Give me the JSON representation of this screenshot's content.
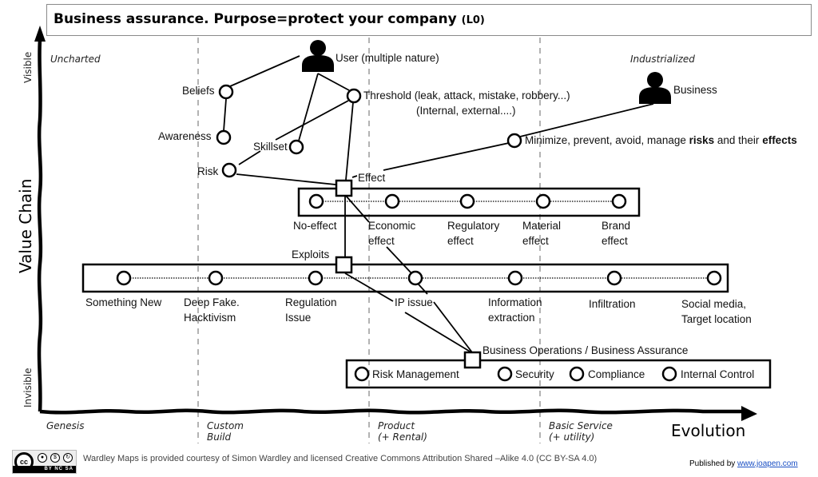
{
  "title": {
    "main": "Business assurance. Purpose=protect your company",
    "level": "(L0)"
  },
  "axes": {
    "y_label": "Value Chain",
    "y_top": "Visible",
    "y_bottom": "Invisible",
    "x_label": "Evolution",
    "stages": [
      {
        "line1": "Genesis",
        "line2": ""
      },
      {
        "line1": "Custom",
        "line2": "Build"
      },
      {
        "line1": "Product",
        "line2": "(+ Rental)"
      },
      {
        "line1": "Basic Service",
        "line2": "(+ utility)"
      }
    ],
    "quadrants": {
      "left": "Uncharted",
      "right": "Industrialized"
    }
  },
  "nodes": {
    "user": "User (multiple nature)",
    "business": "Business",
    "beliefs": "Beliefs",
    "awareness": "Awareness",
    "threshold_line1": "Threshold (leak, attack, mistake, robbery...)",
    "threshold_line2": "(Internal, external....)",
    "skillset": "Skillset",
    "risk": "Risk",
    "minimize_prefix": "Minimize, prevent, avoid, manage ",
    "minimize_bold1": "risks",
    "minimize_mid": " and their ",
    "minimize_bold2": "effects",
    "effect": "Effect",
    "exploits": "Exploits",
    "business_ops": "Business Operations / Business Assurance"
  },
  "effects_row": [
    {
      "line1": "No-effect",
      "line2": ""
    },
    {
      "line1": "Economic",
      "line2": "effect"
    },
    {
      "line1": "Regulatory",
      "line2": "effect"
    },
    {
      "line1": "Material",
      "line2": "effect"
    },
    {
      "line1": "Brand",
      "line2": "effect"
    }
  ],
  "exploits_row": [
    {
      "line1": "Something New",
      "line2": ""
    },
    {
      "line1": "Deep Fake.",
      "line2": "Hacktivism"
    },
    {
      "line1": "Regulation",
      "line2": "Issue"
    },
    {
      "line1": "IP issue",
      "line2": ""
    },
    {
      "line1": "Information",
      "line2": "extraction"
    },
    {
      "line1": "Infiltration",
      "line2": ""
    },
    {
      "line1": "Social media,",
      "line2": "Target location"
    }
  ],
  "assurance_row": [
    "Risk Management",
    "Security",
    "Compliance",
    "Internal Control"
  ],
  "footer": {
    "cc_badge": "BY NC SA",
    "credit": "Wardley Maps is provided courtesy of Simon Wardley and licensed  Creative Commons Attribution Shared –Alike 4.0 (CC BY-SA 4.0)",
    "published_prefix": "Published by ",
    "published_link": "www.joapen.com"
  }
}
